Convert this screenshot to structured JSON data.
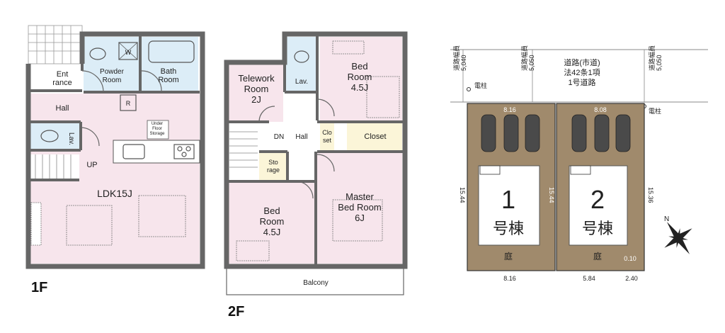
{
  "floor1": {
    "label": "1F",
    "rooms": {
      "entrance": "Ent\nrance",
      "powder": "Powder\nRoom",
      "bath": "Bath\nRoom",
      "hall": "Hall",
      "toilet": "Lav.",
      "ldk": "LDK15J",
      "stairs": "UP",
      "storage": "Under\nFloor\nStorage",
      "w_mark": "W",
      "r_mark": "R"
    }
  },
  "floor2": {
    "label": "2F",
    "rooms": {
      "telework": "Telework\nRoom\n2J",
      "lav": "Lav.",
      "bed_top": "Bed\nRoom\n4.5J",
      "dn": "DN",
      "hall": "Hall",
      "closet_small": "Clo\nset",
      "closet": "Closet",
      "storage": "Sto\nrage",
      "bed_bottom": "Bed\nRoom\n4.5J",
      "master": "Master\nBed Room\n6J",
      "balcony": "Balcony"
    }
  },
  "site": {
    "road_text": "道路(市道)\n法42条1項\n1号道路",
    "road_width_left": "道路幅員\n5,040",
    "road_width_mid": "道路幅員\n5,050",
    "road_width_right": "道路幅員\n5,050",
    "pole_left": "電柱",
    "pole_right": "電柱",
    "lot1": {
      "number": "1",
      "label": "号棟",
      "garden": "庭"
    },
    "lot2": {
      "number": "2",
      "label": "号棟",
      "garden": "庭"
    },
    "dims": {
      "top1": "8.16",
      "top2": "8.08",
      "left1": "15.44",
      "mid": "15.44",
      "right2": "15.36",
      "bottom1": "8.16",
      "bottom2": "5.84",
      "bottom3": "2.40",
      "corner": "0.10"
    },
    "north": "N",
    "colors": {
      "lot": "#a08a6c",
      "building": "#ffffff",
      "room_pink": "#f7e5ec",
      "wet_blue": "#dcedf7",
      "closet_yellow": "#fbf5d8"
    }
  }
}
